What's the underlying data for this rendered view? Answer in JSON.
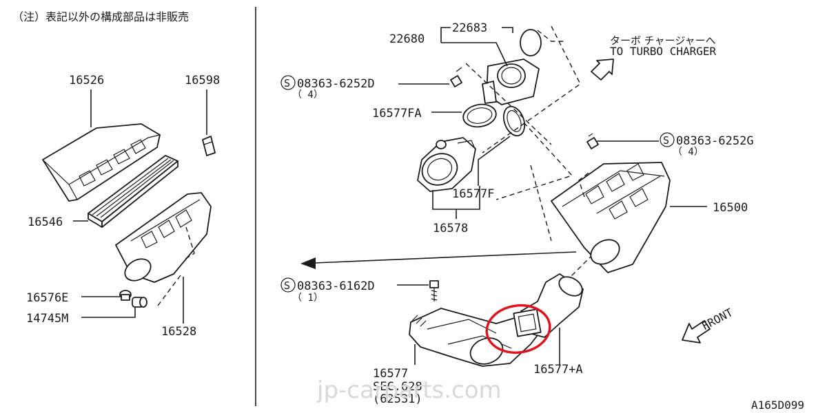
{
  "note": "（注）表記以外の構成部品は非販売",
  "figure_id": "A165D099",
  "watermark": "jp-carparts.com",
  "direction": {
    "front": "FRONT",
    "turbo_jp": "ターボ チャージャーへ",
    "turbo_en": "TO TURBO CHARGER"
  },
  "parts": {
    "p16526": "16526",
    "p16598": "16598",
    "p16546": "16546",
    "p16576E": "16576E",
    "p14745M": "14745M",
    "p16528": "16528",
    "p22680": "22680",
    "p22683": "22683",
    "bolt1": "08363-6252D",
    "bolt1_qty": "（ 4）",
    "p16577FA": "16577FA",
    "p16577F": "16577F",
    "p16578": "16578",
    "bolt2": "08363-6252G",
    "bolt2_qty": "（ 4）",
    "p16500": "16500",
    "bolt3": "08363-6162D",
    "bolt3_qty": "（ 1）",
    "p16577": "16577",
    "sec": "SEC.628",
    "sec_ref": "(62531)",
    "p16577A": "16577+A"
  },
  "symbols": {
    "s_mark": "S"
  },
  "highlight_color": "#e0141e"
}
